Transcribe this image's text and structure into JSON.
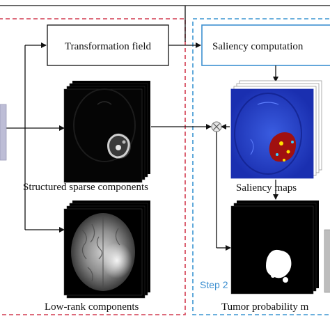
{
  "boxes": {
    "transformation_field": "Transformation field",
    "saliency_computation": "Saliency computation"
  },
  "captions": {
    "structured_sparse": "Structured sparse components",
    "low_rank": "Low-rank components",
    "saliency_maps": "Saliency maps",
    "tumor_probability": "Tumor probability m"
  },
  "step_label": "Step 2",
  "colors": {
    "red_region": "#d23c50",
    "blue_region": "#3c96d2",
    "saliency_box_border": "#3c8fd0",
    "step_text": "#3c8fd0",
    "saliency_background": "#1f3cc8",
    "tumor_core": "#a01010"
  },
  "icons": {
    "combine_node": "circled-multiply-icon"
  }
}
